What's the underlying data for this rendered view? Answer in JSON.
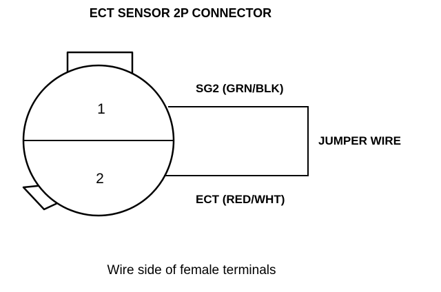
{
  "diagram": {
    "title": "ECT SENSOR 2P CONNECTOR",
    "terminals": {
      "top": "1",
      "bottom": "2"
    },
    "wires": {
      "top": "SG2 (GRN/BLK)",
      "bottom": "ECT (RED/WHT)",
      "jumper": "JUMPER WIRE"
    },
    "caption": "Wire side of female terminals"
  },
  "colors": {
    "line": "#000000",
    "background": "#ffffff"
  }
}
